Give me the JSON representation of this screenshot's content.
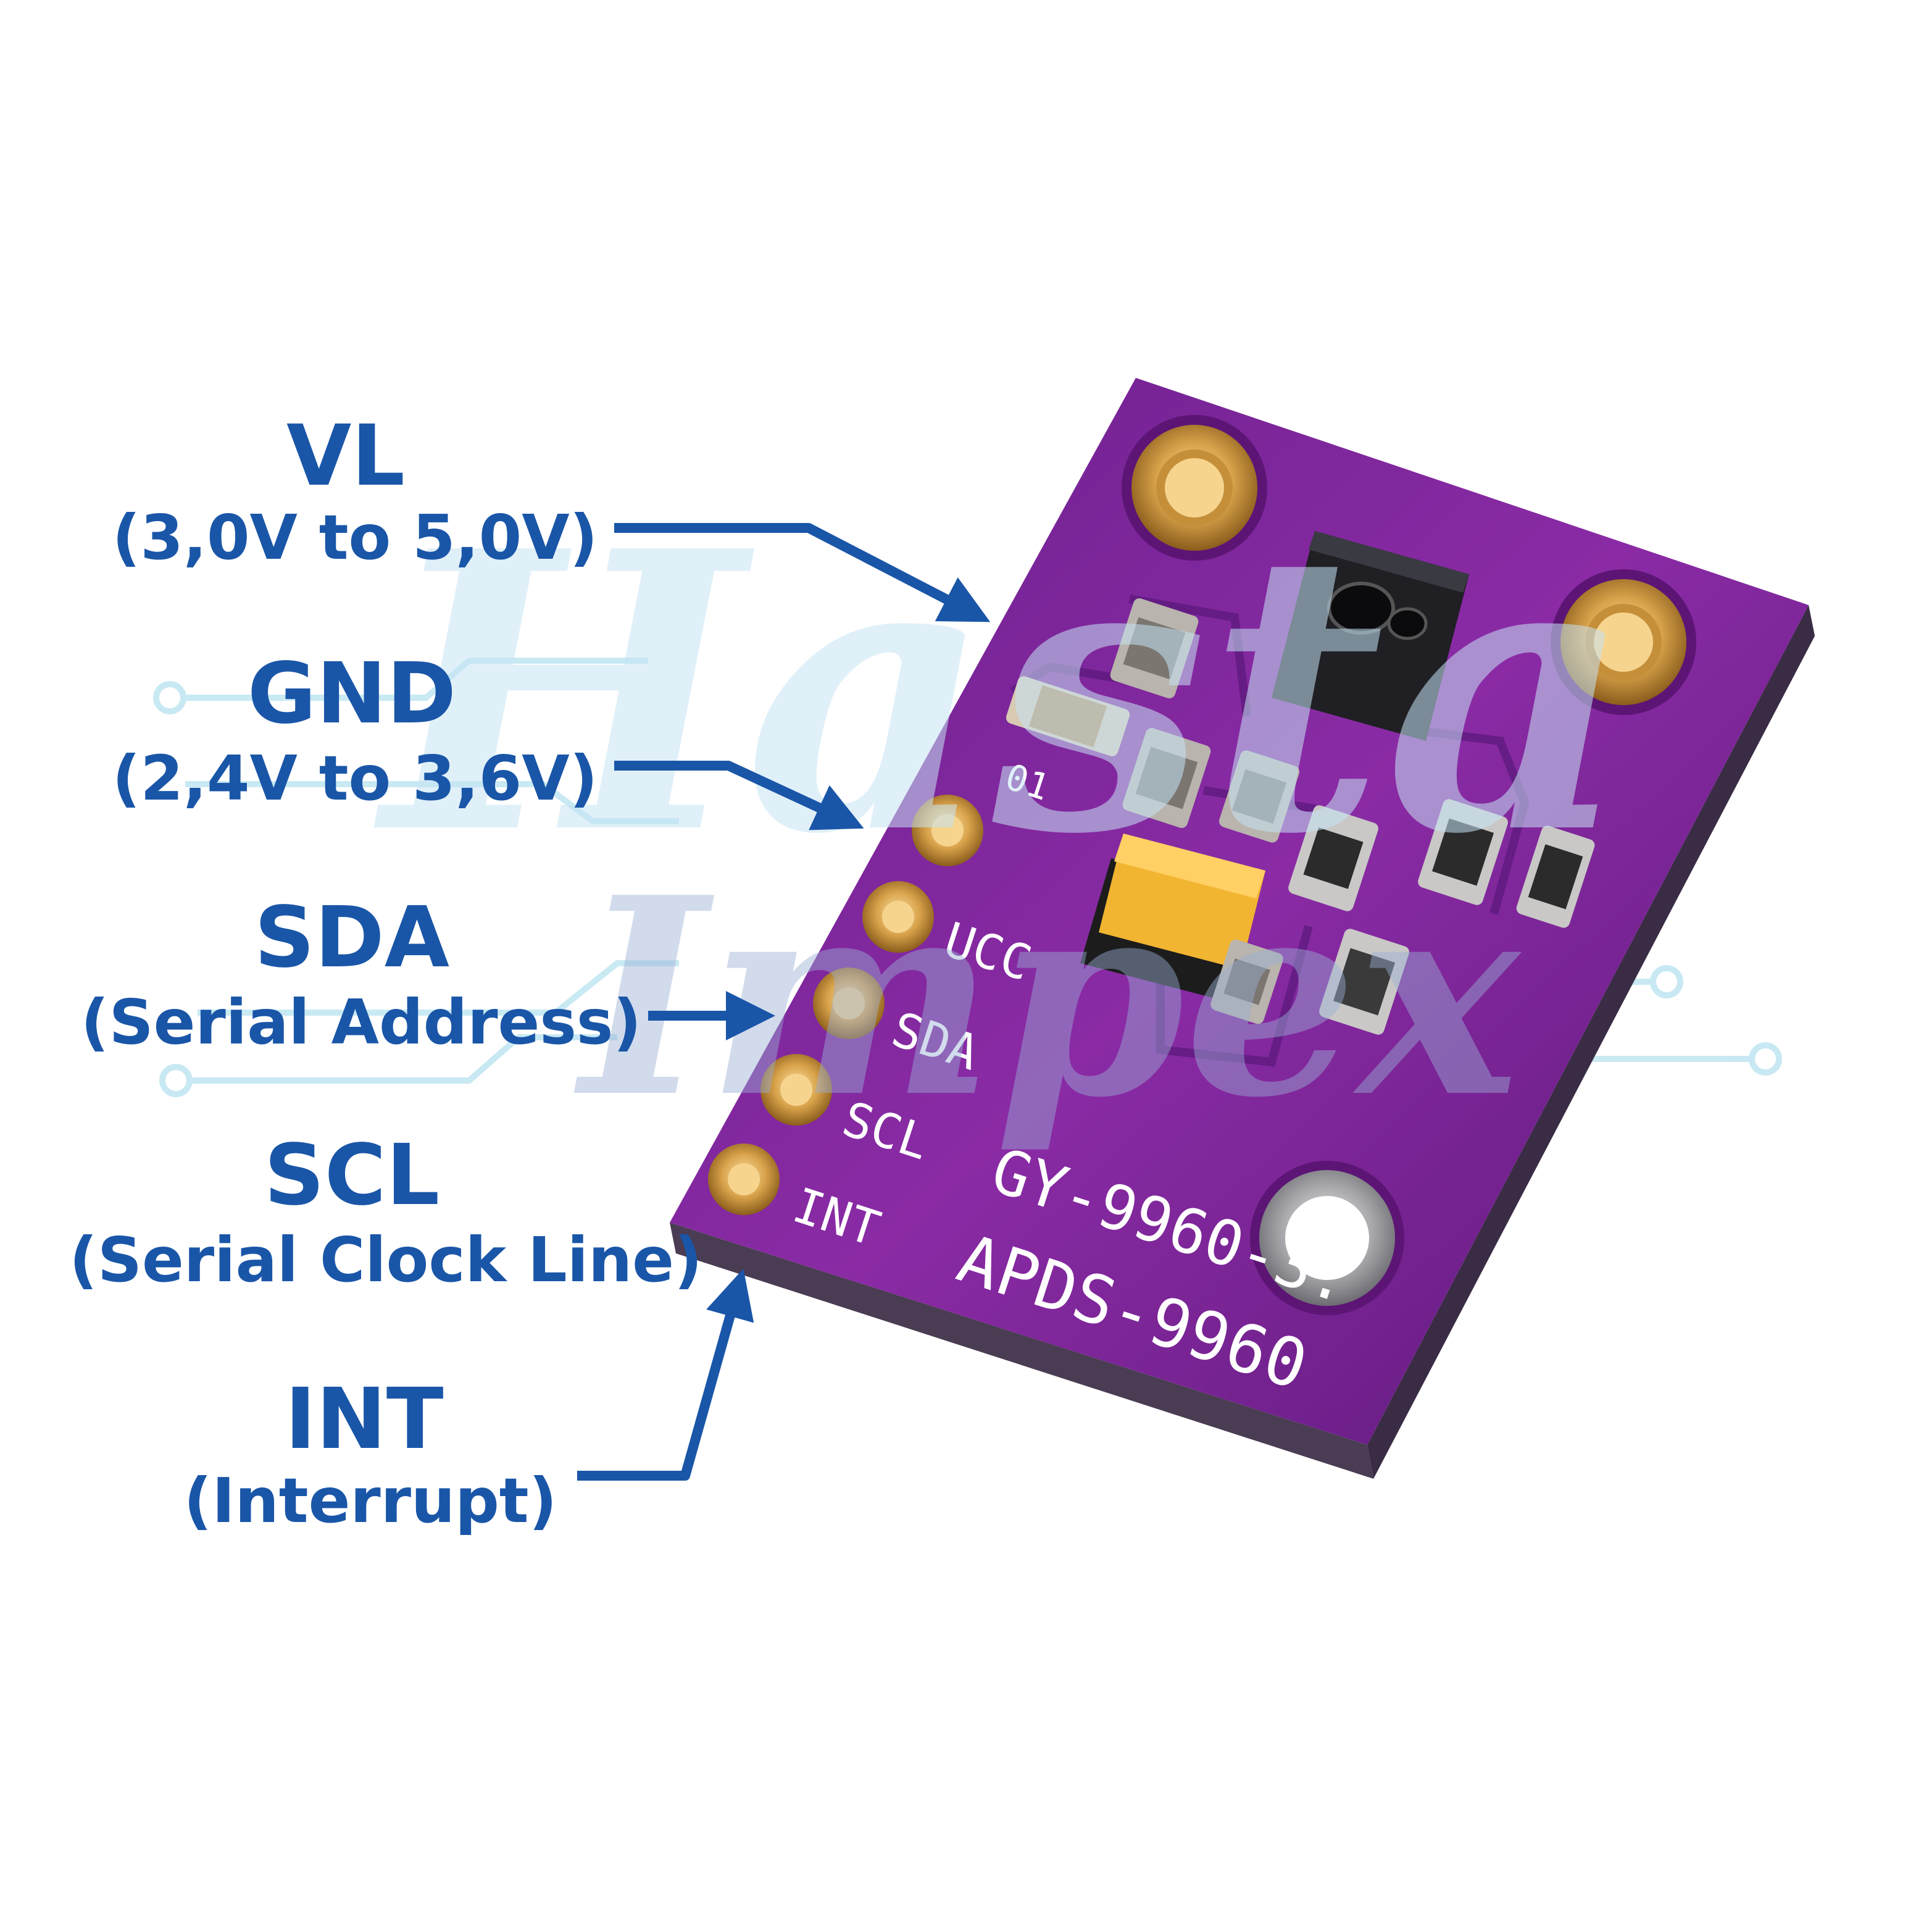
{
  "labels": [
    {
      "name": "VL",
      "desc": "(3,0V to 5,0V)"
    },
    {
      "name": "GND",
      "desc": "(2,4V to 3,6V)"
    },
    {
      "name": "SDA",
      "desc": "(Serial Address)"
    },
    {
      "name": "SCL",
      "desc": "(Serial Clock Line)"
    },
    {
      "name": "INT",
      "desc": "(Interrupt)"
    }
  ],
  "board": {
    "pin_labels": [
      "UCC",
      "SDA",
      "SCL",
      "INT"
    ],
    "model": "GY-9960-3.",
    "chip": "APDS-9960",
    "component_ref": "01"
  },
  "watermark": {
    "line1": "Hasta",
    "line2": "Impex"
  },
  "colors": {
    "accent": "#1a56a8",
    "pcb": "#7b2a9c",
    "pcb_edge": "#3a2c44",
    "gold": "#d8a24a",
    "watermark": "#c7e4f5"
  }
}
